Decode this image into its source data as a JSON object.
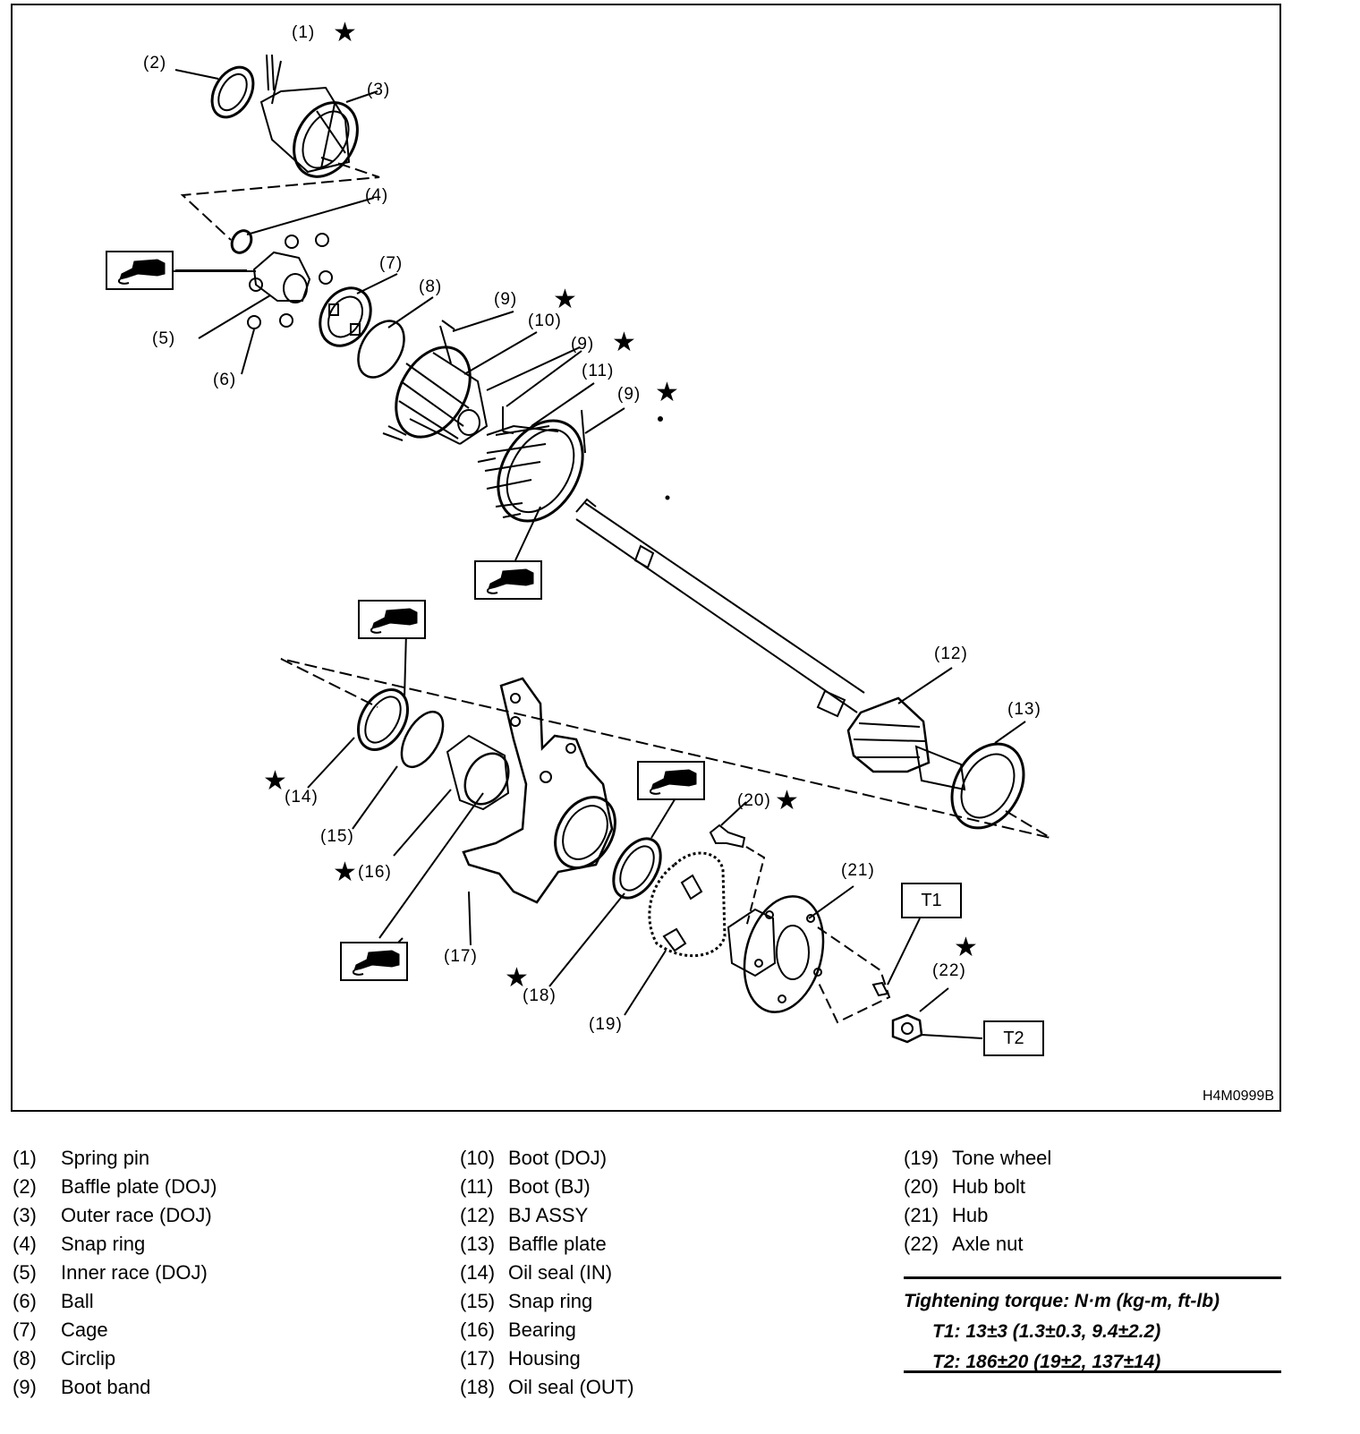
{
  "figure_id": "H4M0999B",
  "callouts": {
    "c1": "(1)",
    "c2": "(2)",
    "c3": "(3)",
    "c4": "(4)",
    "c5": "(5)",
    "c6": "(6)",
    "c7": "(7)",
    "c8": "(8)",
    "c9a": "(9)",
    "c9b": "(9)",
    "c9c": "(9)",
    "c10": "(10)",
    "c11": "(11)",
    "c12": "(12)",
    "c13": "(13)",
    "c14": "(14)",
    "c15": "(15)",
    "c16": "(16)",
    "c17": "(17)",
    "c18": "(18)",
    "c19": "(19)",
    "c20": "(20)",
    "c21": "(21)",
    "c22": "(22)"
  },
  "torque_boxes": {
    "t1": "T1",
    "t2": "T2"
  },
  "star_glyph": "★",
  "legend": {
    "col1": [
      {
        "num": "(1)",
        "name": "Spring pin"
      },
      {
        "num": "(2)",
        "name": "Baffle plate (DOJ)"
      },
      {
        "num": "(3)",
        "name": "Outer race (DOJ)"
      },
      {
        "num": "(4)",
        "name": "Snap ring"
      },
      {
        "num": "(5)",
        "name": "Inner race (DOJ)"
      },
      {
        "num": "(6)",
        "name": "Ball"
      },
      {
        "num": "(7)",
        "name": "Cage"
      },
      {
        "num": "(8)",
        "name": "Circlip"
      },
      {
        "num": "(9)",
        "name": "Boot band"
      }
    ],
    "col2": [
      {
        "num": "(10)",
        "name": "Boot (DOJ)"
      },
      {
        "num": "(11)",
        "name": "Boot (BJ)"
      },
      {
        "num": "(12)",
        "name": "BJ ASSY"
      },
      {
        "num": "(13)",
        "name": "Baffle plate"
      },
      {
        "num": "(14)",
        "name": "Oil seal (IN)"
      },
      {
        "num": "(15)",
        "name": "Snap ring"
      },
      {
        "num": "(16)",
        "name": "Bearing"
      },
      {
        "num": "(17)",
        "name": "Housing"
      },
      {
        "num": "(18)",
        "name": "Oil seal (OUT)"
      }
    ],
    "col3": [
      {
        "num": "(19)",
        "name": "Tone wheel"
      },
      {
        "num": "(20)",
        "name": "Hub bolt"
      },
      {
        "num": "(21)",
        "name": "Hub"
      },
      {
        "num": "(22)",
        "name": "Axle nut"
      }
    ]
  },
  "torque": {
    "heading": "Tightening torque: N·m (kg-m, ft-lb)",
    "t1": "T1: 13±3 (1.3±0.3, 9.4±2.2)",
    "t2": "T2: 186±20 (19±2, 137±14)"
  }
}
